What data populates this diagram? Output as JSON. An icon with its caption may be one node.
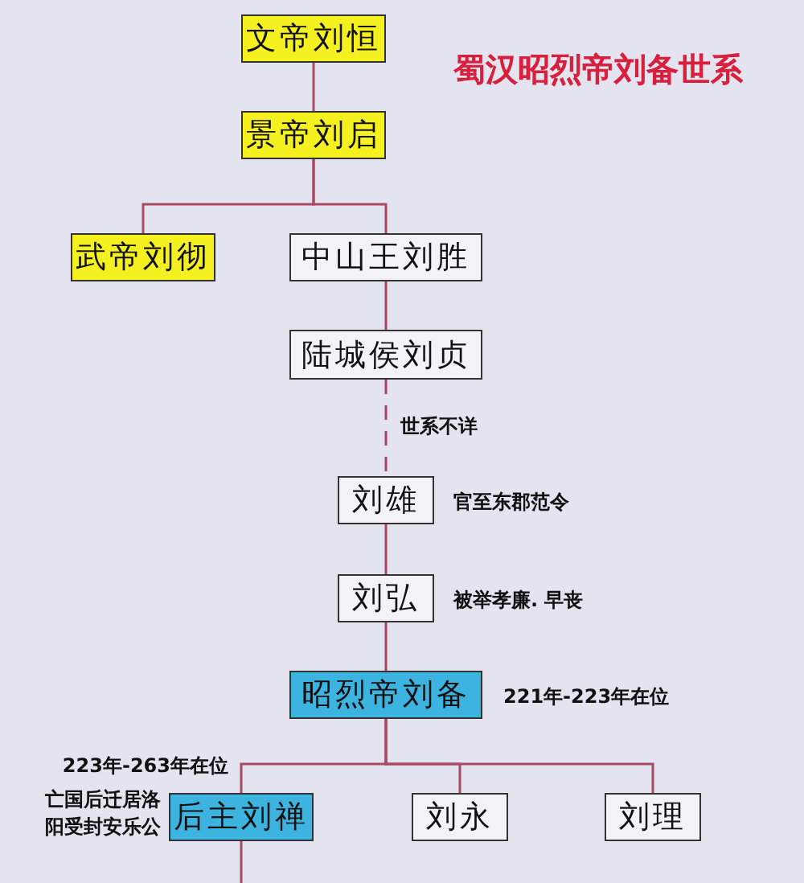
{
  "diagram": {
    "title": "蜀汉昭烈帝刘备世系",
    "nodes": [
      {
        "text": [
          "文帝刘恒"
        ]
      },
      {
        "text": [
          "景帝刘启"
        ]
      },
      {
        "text": [
          "武帝刘彻"
        ]
      },
      {
        "text": [
          "中山王刘胜"
        ]
      },
      {
        "text": [
          "陆城侯刘贞"
        ]
      },
      {
        "text": [
          "刘雄"
        ],
        "beside": [
          "官至东郡范令"
        ]
      },
      {
        "text": [
          "刘弘"
        ],
        "beside": [
          "被举孝廉. 早丧"
        ]
      },
      {
        "text": [
          "昭烈帝刘备"
        ],
        "beside": [
          "221年-223年在位"
        ]
      },
      {
        "text": [
          "后主刘禅"
        ],
        "beside": [
          "223年-263年在位",
          "亡国后迁居洛阳受封安乐公"
        ]
      },
      {
        "text": [
          "刘永"
        ]
      },
      {
        "text": [
          "刘理"
        ]
      }
    ],
    "edges": [
      {
        "from": 0,
        "to": 1,
        "arrow": "none"
      },
      {
        "from": 1,
        "to": 2,
        "arrow": "none"
      },
      {
        "from": 1,
        "to": 3,
        "arrow": "none"
      },
      {
        "from": 3,
        "to": 4,
        "arrow": "none"
      },
      {
        "from": 4,
        "to": 5,
        "arrow": "none",
        "style": "dashed",
        "label": "世系不详"
      },
      {
        "from": 5,
        "to": 6,
        "arrow": "none"
      },
      {
        "from": 6,
        "to": 7,
        "arrow": "none"
      },
      {
        "from": 7,
        "to": 8,
        "arrow": "none"
      },
      {
        "from": 7,
        "to": 9,
        "arrow": "none"
      },
      {
        "from": 7,
        "to": 10,
        "arrow": "none"
      },
      {
        "from": 8,
        "to": null,
        "arrow": "none"
      }
    ]
  }
}
